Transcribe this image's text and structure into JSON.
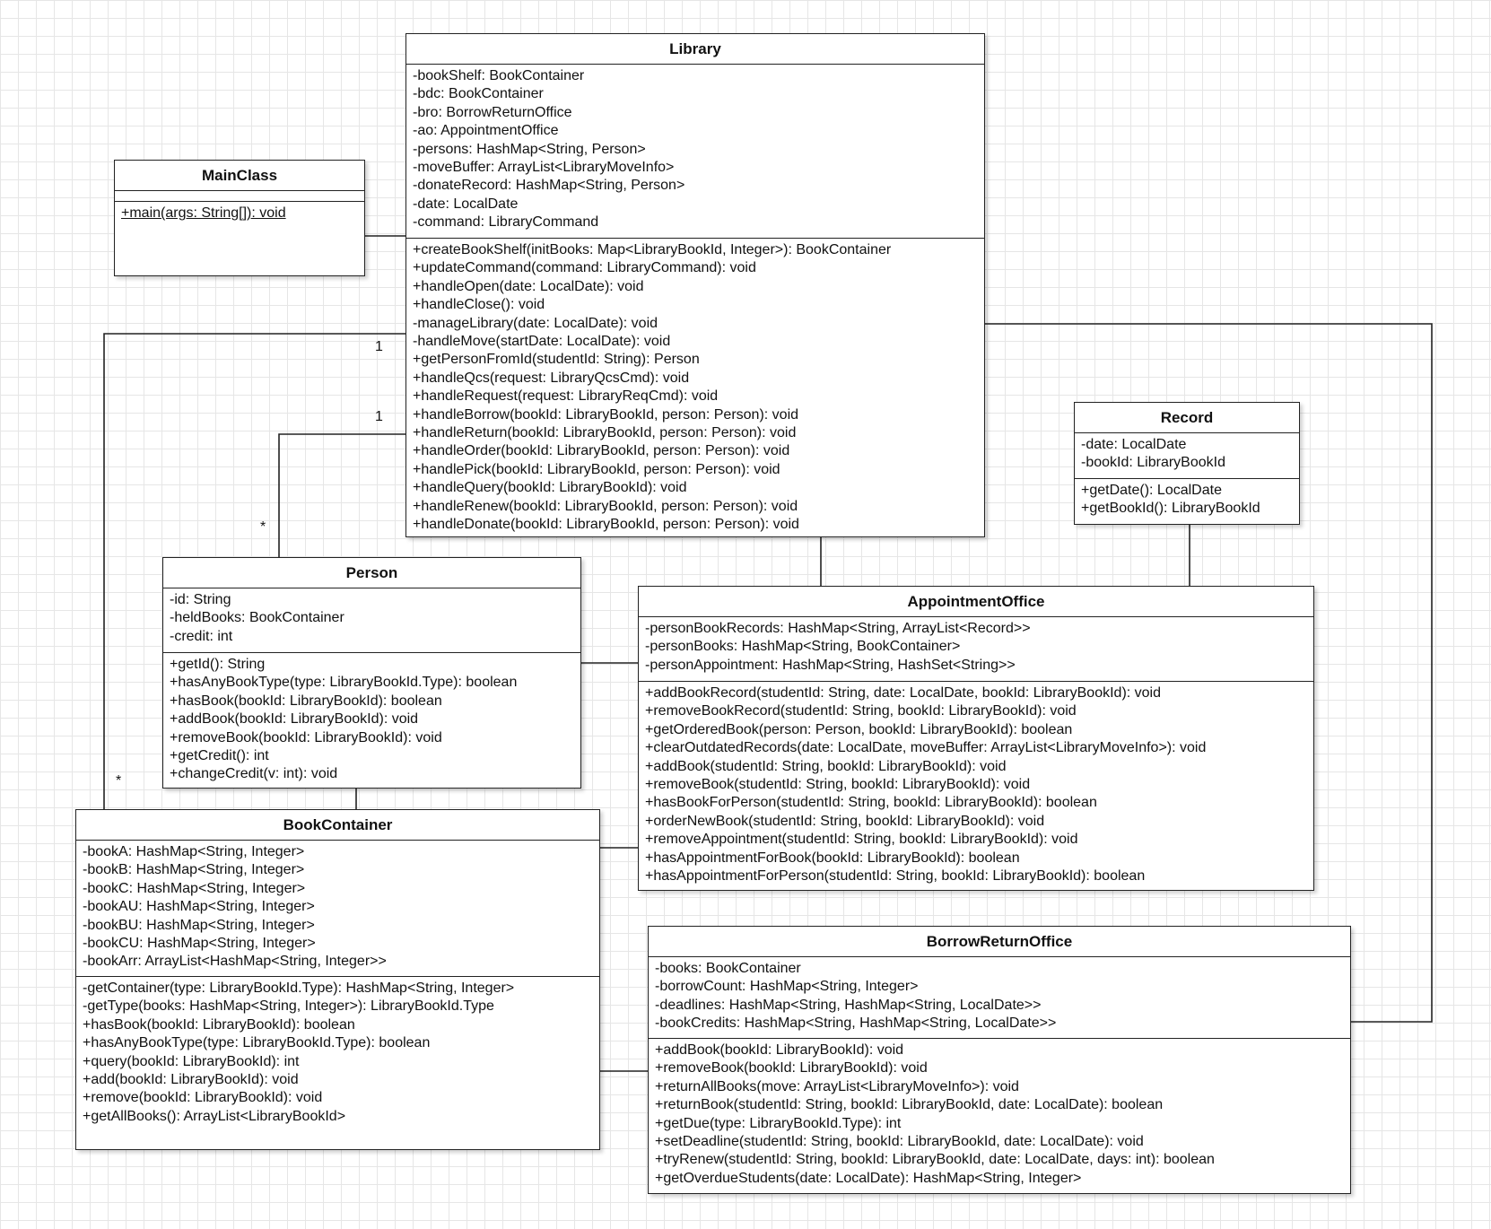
{
  "classes": {
    "library": {
      "name": "Library",
      "attributes": [
        "-bookShelf: BookContainer",
        "-bdc: BookContainer",
        "-bro: BorrowReturnOffice",
        "-ao: AppointmentOffice",
        "-persons: HashMap<String, Person>",
        "-moveBuffer: ArrayList<LibraryMoveInfo>",
        "-donateRecord: HashMap<String, Person>",
        "-date: LocalDate",
        "-command: LibraryCommand"
      ],
      "methods": [
        "+createBookShelf(initBooks: Map<LibraryBookId, Integer>): BookContainer",
        "+updateCommand(command: LibraryCommand): void",
        "+handleOpen(date: LocalDate): void",
        "+handleClose(): void",
        "-manageLibrary(date: LocalDate): void",
        "-handleMove(startDate: LocalDate): void",
        "+getPersonFromId(studentId: String): Person",
        "+handleQcs(request: LibraryQcsCmd): void",
        "+handleRequest(request: LibraryReqCmd): void",
        "+handleBorrow(bookId: LibraryBookId, person: Person): void",
        "+handleReturn(bookId: LibraryBookId, person: Person): void",
        "+handleOrder(bookId: LibraryBookId, person: Person): void",
        "+handlePick(bookId: LibraryBookId, person: Person): void",
        "+handleQuery(bookId: LibraryBookId): void",
        "+handleRenew(bookId: LibraryBookId, person: Person): void",
        "+handleDonate(bookId: LibraryBookId, person: Person): void"
      ]
    },
    "main_class": {
      "name": "MainClass",
      "attributes": [],
      "methods": [
        "+main(args: String[]): void"
      ]
    },
    "record": {
      "name": "Record",
      "attributes": [
        "-date: LocalDate",
        "-bookId: LibraryBookId"
      ],
      "methods": [
        "+getDate(): LocalDate",
        "+getBookId(): LibraryBookId"
      ]
    },
    "person": {
      "name": "Person",
      "attributes": [
        "-id: String",
        "-heldBooks: BookContainer",
        "-credit: int"
      ],
      "methods": [
        "+getId(): String",
        "+hasAnyBookType(type: LibraryBookId.Type): boolean",
        "+hasBook(bookId: LibraryBookId): boolean",
        "+addBook(bookId: LibraryBookId): void",
        "+removeBook(bookId: LibraryBookId): void",
        "+getCredit(): int",
        "+changeCredit(v: int): void"
      ]
    },
    "appointment_office": {
      "name": "AppointmentOffice",
      "attributes": [
        "-personBookRecords: HashMap<String, ArrayList<Record>>",
        "-personBooks: HashMap<String, BookContainer>",
        "-personAppointment: HashMap<String, HashSet<String>>"
      ],
      "methods": [
        "+addBookRecord(studentId: String, date: LocalDate, bookId: LibraryBookId): void",
        "+removeBookRecord(studentId: String, bookId: LibraryBookId): void",
        "+getOrderedBook(person: Person, bookId: LibraryBookId): boolean",
        "+clearOutdatedRecords(date: LocalDate, moveBuffer: ArrayList<LibraryMoveInfo>): void",
        "+addBook(studentId: String, bookId: LibraryBookId): void",
        "+removeBook(studentId: String, bookId: LibraryBookId): void",
        "+hasBookForPerson(studentId: String, bookId: LibraryBookId): boolean",
        "+orderNewBook(studentId: String, bookId: LibraryBookId): void",
        "+removeAppointment(studentId: String, bookId: LibraryBookId): void",
        "+hasAppointmentForBook(bookId: LibraryBookId): boolean",
        "+hasAppointmentForPerson(studentId: String, bookId: LibraryBookId): boolean"
      ]
    },
    "book_container": {
      "name": "BookContainer",
      "attributes": [
        "-bookA: HashMap<String, Integer>",
        "-bookB: HashMap<String, Integer>",
        "-bookC: HashMap<String, Integer>",
        "-bookAU: HashMap<String, Integer>",
        "-bookBU: HashMap<String, Integer>",
        "-bookCU: HashMap<String, Integer>",
        "-bookArr: ArrayList<HashMap<String, Integer>>"
      ],
      "methods": [
        "-getContainer(type: LibraryBookId.Type): HashMap<String, Integer>",
        "-getType(books: HashMap<String, Integer>): LibraryBookId.Type",
        "+hasBook(bookId: LibraryBookId): boolean",
        "+hasAnyBookType(type: LibraryBookId.Type): boolean",
        "+query(bookId: LibraryBookId): int",
        "+add(bookId: LibraryBookId): void",
        "+remove(bookId: LibraryBookId): void",
        "+getAllBooks(): ArrayList<LibraryBookId>"
      ]
    },
    "borrow_return_office": {
      "name": "BorrowReturnOffice",
      "attributes": [
        "-books: BookContainer",
        "-borrowCount: HashMap<String, Integer>",
        "-deadlines: HashMap<String, HashMap<String, LocalDate>>",
        "-bookCredits: HashMap<String, HashMap<String, LocalDate>>"
      ],
      "methods": [
        "+addBook(bookId: LibraryBookId): void",
        "+removeBook(bookId: LibraryBookId): void",
        "+returnAllBooks(move: ArrayList<LibraryMoveInfo>): void",
        "+returnBook(studentId: String, bookId: LibraryBookId, date: LocalDate): boolean",
        "+getDue(type: LibraryBookId.Type): int",
        "+setDeadline(studentId: String, bookId: LibraryBookId, date: LocalDate): void",
        "+tryRenew(studentId: String, bookId: LibraryBookId, date: LocalDate, days: int): boolean",
        "+getOverdueStudents(date: LocalDate): HashMap<String, Integer>"
      ]
    }
  },
  "multiplicities": {
    "library_to_bookcontainer_one": "1",
    "library_to_person_one": "1",
    "person_many": "*",
    "bookcontainer_many": "*"
  },
  "colors": {
    "line": "#222222",
    "grid": "#e6e6e6",
    "box_fill": "#ffffff"
  }
}
